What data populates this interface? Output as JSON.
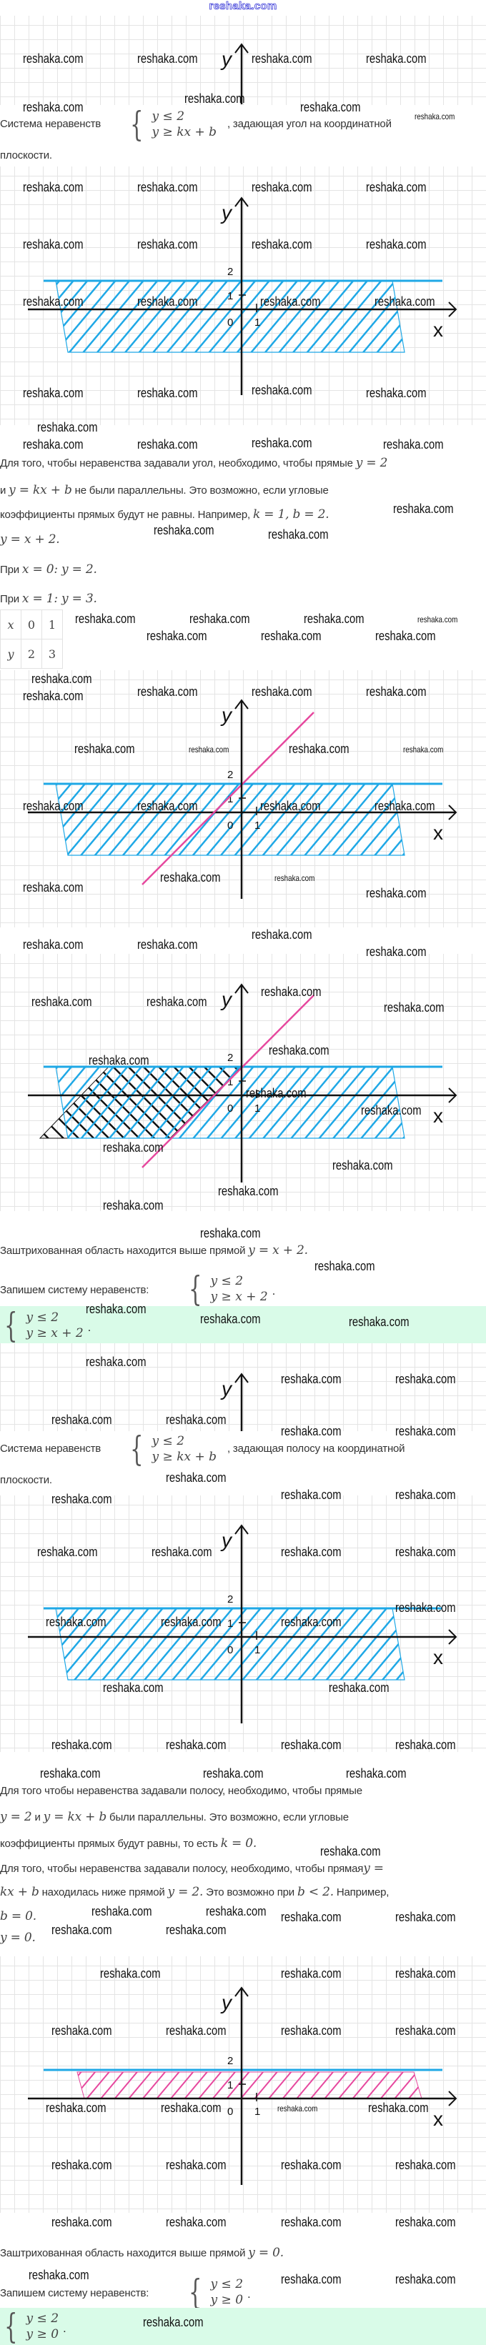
{
  "site_title": "reshaka.com",
  "watermark": "reshaka.com",
  "axis_labels": {
    "x": "x",
    "y": "y",
    "two": "2",
    "one": "1",
    "zero": "0"
  },
  "colors": {
    "boundary": "#1fa8e6",
    "hatch_blue": "#1fa8e6",
    "hatch_pink": "#e6489e",
    "line_pink": "#e6489e",
    "hatch_black": "#111111",
    "answer_bg": "#d9fbe8"
  },
  "section_angle": {
    "intro": {
      "prefix": "Система неравенств",
      "system": [
        "y ≤ 2",
        "y ≥ kx + b"
      ],
      "suffix": ", задающая угол на координатной",
      "end": "плоскости."
    },
    "explanation": [
      [
        {
          "t": "Для того, чтобы неравенства задавали угол, необходимо, чтобы прямые "
        },
        {
          "m": "y = 2"
        }
      ],
      [
        {
          "t": "и "
        },
        {
          "m": "y = kx + b"
        },
        {
          "t": " не были параллельны. Это возможно, если угловые"
        }
      ],
      [
        {
          "t": "коэффициенты прямых будут не равны. Например, "
        },
        {
          "m": "k = 1,  b = 2."
        }
      ],
      [
        {
          "m": "y = x + 2."
        }
      ],
      [
        {
          "t": "При "
        },
        {
          "m": "x = 0: y = 2."
        }
      ],
      [
        {
          "t": "При "
        },
        {
          "m": "x = 1: y = 3."
        }
      ]
    ],
    "table": {
      "x": [
        "x",
        "0",
        "1"
      ],
      "y": [
        "y",
        "2",
        "3"
      ]
    },
    "conclusion": [
      {
        "t": "Заштрихованная область находится выше прямой "
      },
      {
        "m": "y = x + 2."
      }
    ],
    "write_label": "Запишем систему неравенств:",
    "system": [
      "y ≤ 2",
      "y ≥ x + 2"
    ],
    "answer": [
      "y ≤ 2",
      "y ≥ x + 2"
    ],
    "dot": "."
  },
  "section_strip": {
    "intro": {
      "prefix": "Система неравенств",
      "system": [
        "y ≤ 2",
        "y ≥ kx + b"
      ],
      "suffix": ", задающая полосу на координатной",
      "end": "плоскости."
    },
    "explanation": [
      [
        {
          "t": "Для того чтобы неравенства задавали полосу, необходимо, чтобы прямые"
        }
      ],
      [
        {
          "m": "y = 2"
        },
        {
          "t": " и "
        },
        {
          "m": "y = kx + b"
        },
        {
          "t": " были параллельны. Это возможно, если угловые"
        }
      ],
      [
        {
          "t": "коэффициенты прямых будут равны, то есть "
        },
        {
          "m": "k = 0."
        }
      ],
      [
        {
          "t": "Для того, чтобы неравенства задавали полосу, необходимо, чтобы прямая"
        },
        {
          "m": "y ="
        }
      ],
      [
        {
          "m": "kx + b"
        },
        {
          "t": " находилась ниже прямой "
        },
        {
          "m": "y = 2."
        },
        {
          "t": " Это возможно при "
        },
        {
          "m": "b < 2."
        },
        {
          "t": " Например,"
        }
      ],
      [
        {
          "m": "b = 0."
        }
      ],
      [
        {
          "m": "y = 0."
        }
      ]
    ],
    "conclusion": [
      {
        "t": "Заштрихованная область находится выше прямой "
      },
      {
        "m": "y = 0."
      }
    ],
    "write_label": "Запишем систему неравенств:",
    "system": [
      "y ≤ 2",
      "y ≥ 0"
    ],
    "answer": [
      "y ≤ 2",
      "y ≥ 0"
    ],
    "dot": "."
  }
}
